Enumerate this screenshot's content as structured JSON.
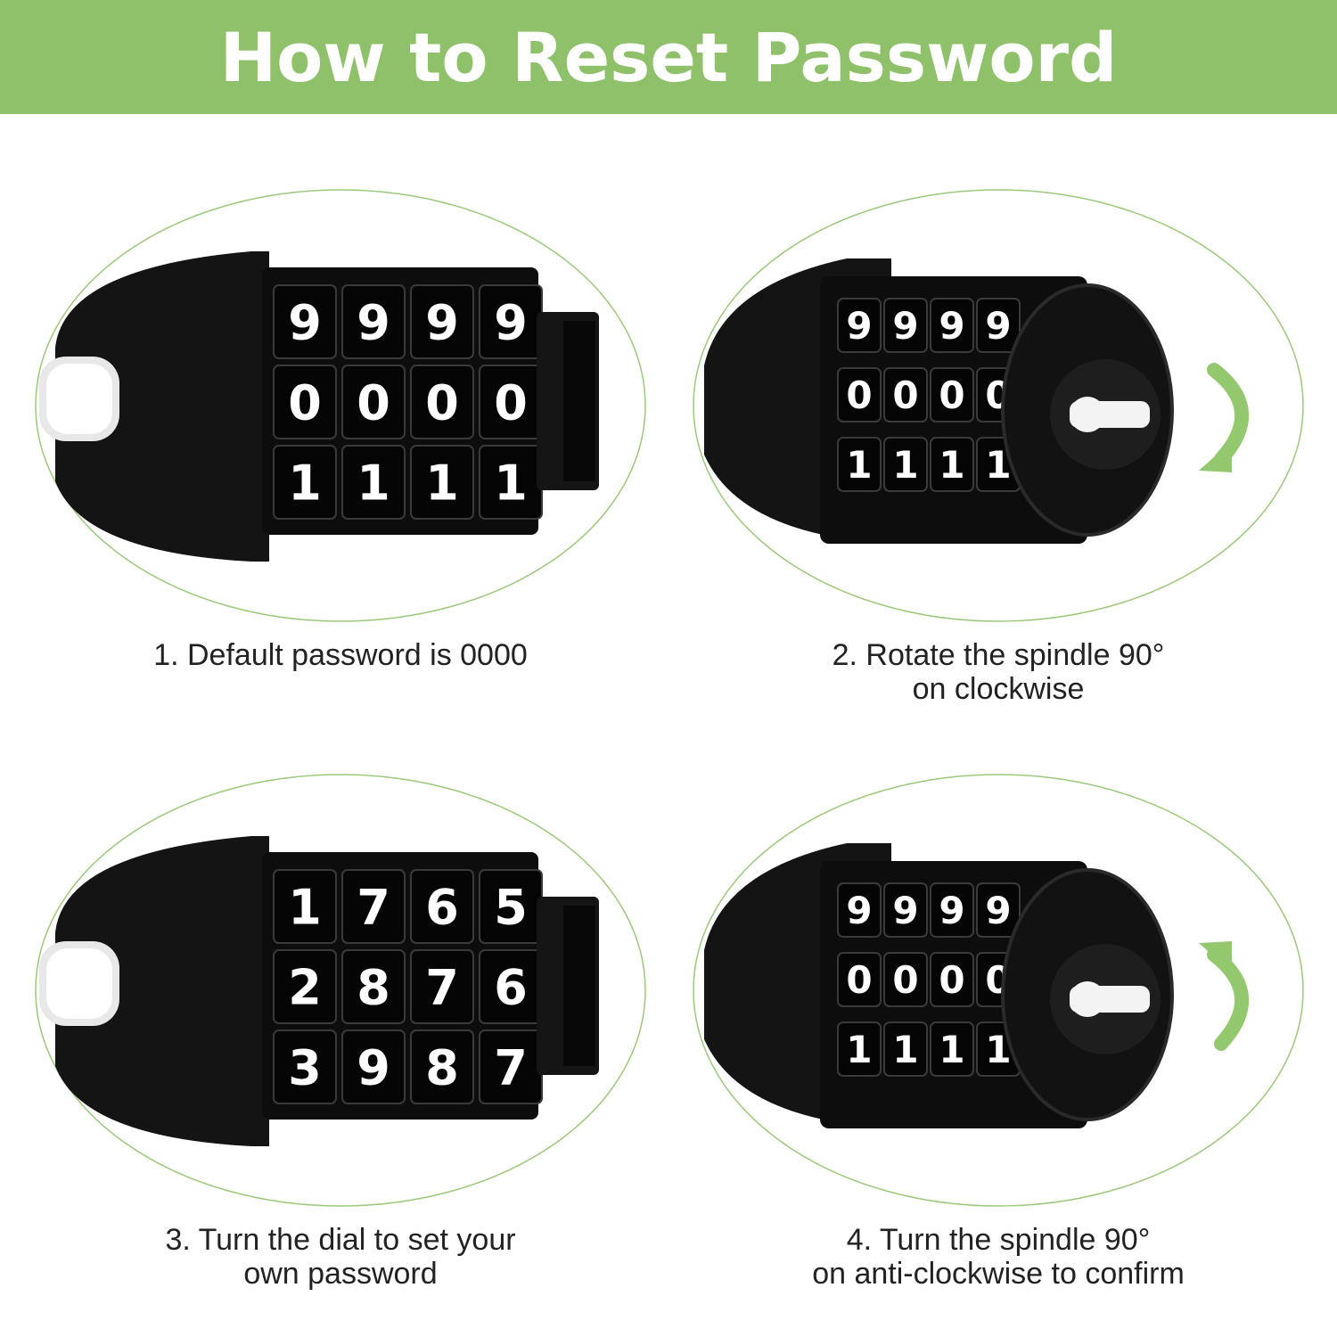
{
  "header": {
    "title": "How to Reset Password"
  },
  "colors": {
    "accent": "#8fc06a",
    "lock_body": "#111111",
    "digit": "#ffffff"
  },
  "steps": [
    {
      "caption_line1": "1. Default password is 0000",
      "caption_line2": "",
      "rows": [
        [
          "9",
          "9",
          "9",
          "9"
        ],
        [
          "0",
          "0",
          "0",
          "0"
        ],
        [
          "1",
          "1",
          "1",
          "1"
        ]
      ]
    },
    {
      "caption_line1": "2. Rotate the spindle 90°",
      "caption_line2": "on clockwise",
      "rows": [
        [
          "9",
          "9",
          "9",
          "9"
        ],
        [
          "0",
          "0",
          "0",
          "0"
        ],
        [
          "1",
          "1",
          "1",
          "1"
        ]
      ],
      "arrow_icon": "clockwise-arrow-icon"
    },
    {
      "caption_line1": "3.  Turn the dial to set your",
      "caption_line2": "own password",
      "rows": [
        [
          "1",
          "7",
          "6",
          "5"
        ],
        [
          "2",
          "8",
          "7",
          "6"
        ],
        [
          "3",
          "9",
          "8",
          "7"
        ]
      ]
    },
    {
      "caption_line1": "4.  Turn the spindle 90°",
      "caption_line2": "on anti-clockwise to confirm",
      "rows": [
        [
          "9",
          "9",
          "9",
          "9"
        ],
        [
          "0",
          "0",
          "0",
          "0"
        ],
        [
          "1",
          "1",
          "1",
          "1"
        ]
      ],
      "arrow_icon": "anticlockwise-arrow-icon"
    }
  ]
}
